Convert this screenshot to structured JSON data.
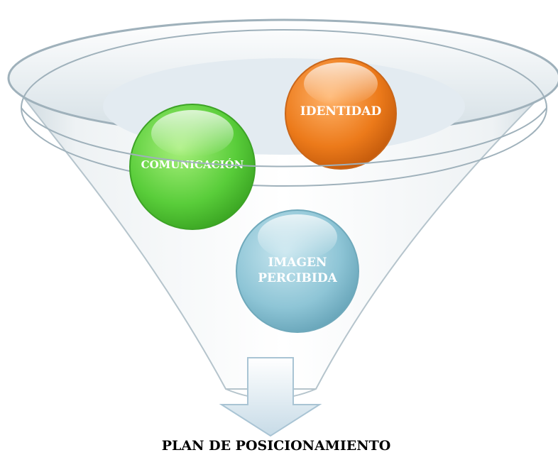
{
  "diagram": {
    "nodes": [
      {
        "id": "identidad",
        "lines": [
          "IDENTIDAD"
        ],
        "color": "#ec7a1a"
      },
      {
        "id": "comunicacion",
        "lines": [
          "COMUNICACIÓN"
        ],
        "color": "#59cd3a"
      },
      {
        "id": "imagen",
        "lines": [
          "IMAGEN",
          "PERCIBIDA"
        ],
        "color": "#8ec5d6"
      }
    ],
    "output": "PLAN DE POSICIONAMIENTO"
  }
}
